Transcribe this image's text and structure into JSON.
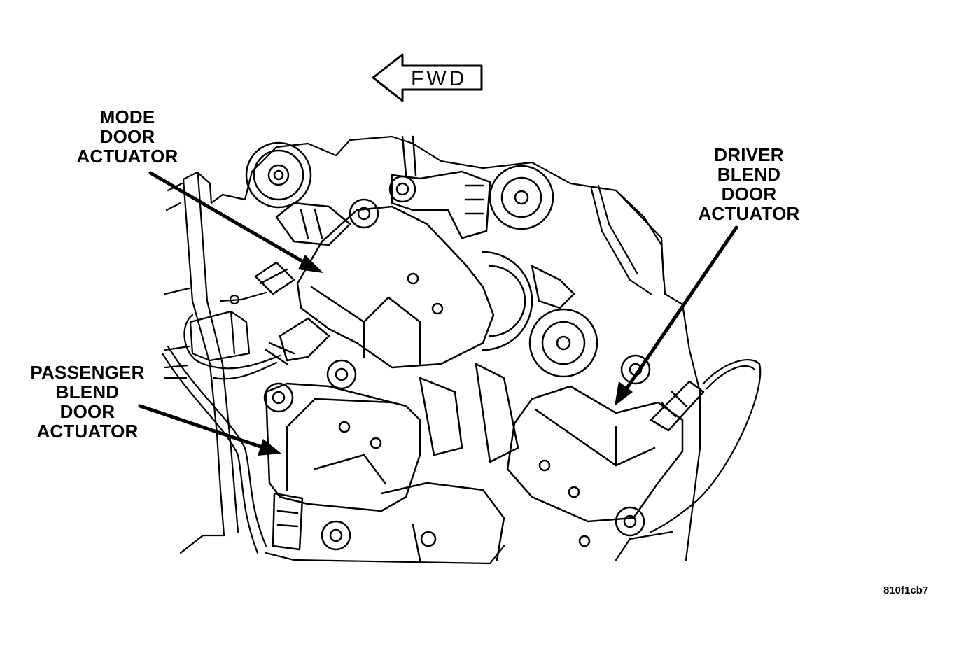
{
  "direction_indicator": {
    "label": "FWD"
  },
  "callouts": {
    "mode_door": [
      "MODE",
      "DOOR",
      "ACTUATOR"
    ],
    "driver_blend_door": [
      "DRIVER",
      "BLEND",
      "DOOR",
      "ACTUATOR"
    ],
    "passenger_blend_door": [
      "PASSENGER",
      "BLEND",
      "DOOR",
      "ACTUATOR"
    ]
  },
  "figure_id": "810f1cb7",
  "colors": {
    "line": "#000000",
    "background": "#ffffff"
  }
}
